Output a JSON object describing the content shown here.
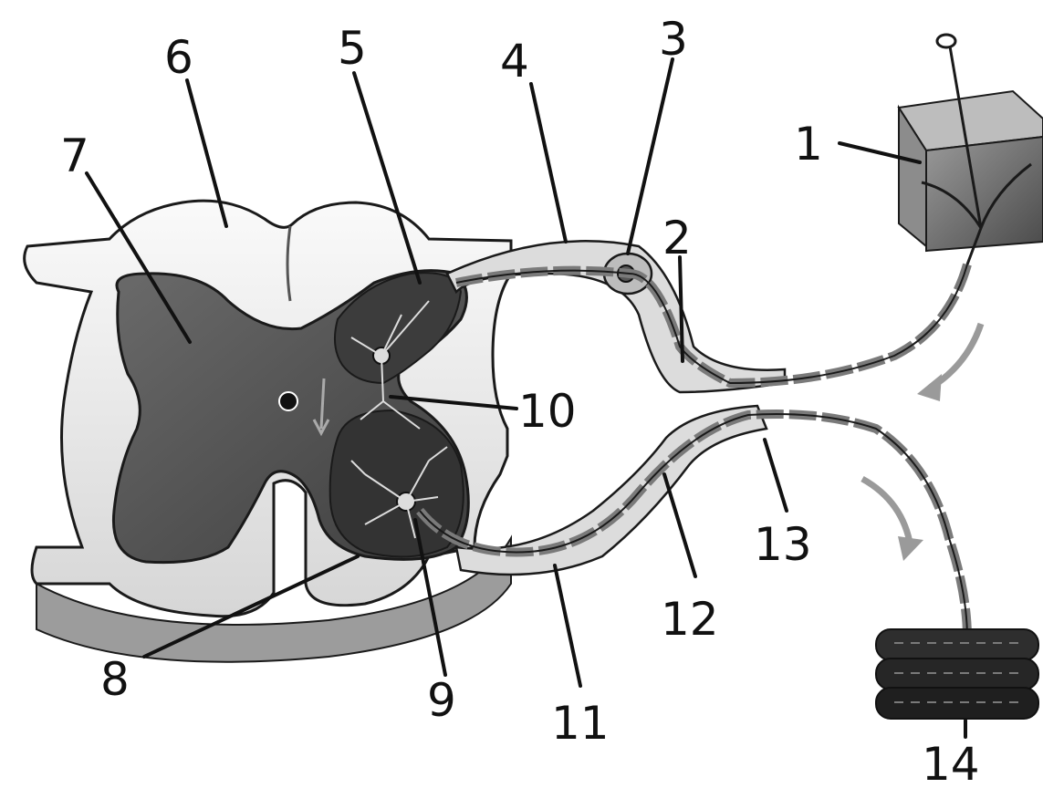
{
  "labels": [
    {
      "id": "1",
      "text": "1"
    },
    {
      "id": "2",
      "text": "2"
    },
    {
      "id": "3",
      "text": "3"
    },
    {
      "id": "4",
      "text": "4"
    },
    {
      "id": "5",
      "text": "5"
    },
    {
      "id": "6",
      "text": "6"
    },
    {
      "id": "7",
      "text": "7"
    },
    {
      "id": "8",
      "text": "8"
    },
    {
      "id": "9",
      "text": "9"
    },
    {
      "id": "10",
      "text": "10"
    },
    {
      "id": "11",
      "text": "11"
    },
    {
      "id": "12",
      "text": "12"
    },
    {
      "id": "13",
      "text": "13"
    },
    {
      "id": "14",
      "text": "14"
    }
  ],
  "colors": {
    "white_matter": "#f3f3f3",
    "gray_matter": "#595959",
    "horn_dark": "#3a3a3a",
    "outline": "#1a1a1a",
    "root": "#d9d9d9",
    "nerve_fiber": "#8c8c8c",
    "skin": "#6b6b6b",
    "muscle": "#2b2b2b",
    "arrow": "#9a9a9a"
  }
}
